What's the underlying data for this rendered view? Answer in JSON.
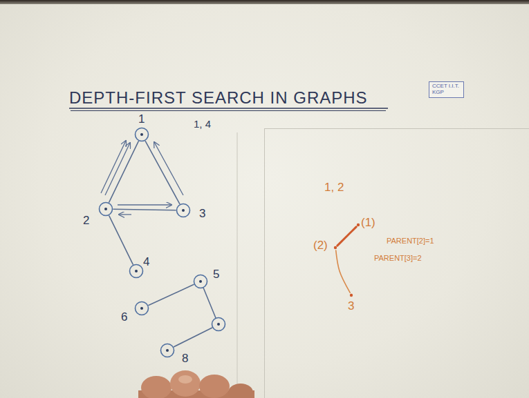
{
  "diagram": {
    "title": "DEPTH-FIRST SEARCH IN GRAPHS",
    "nodes": [
      {
        "text": [
          "CCET I.I.T. KGP"
        ]
      },
      {
        "text": [
          "1"
        ]
      },
      {
        "text": [
          "2"
        ]
      },
      {
        "text": [
          "3"
        ]
      },
      {
        "text": [
          "4"
        ]
      },
      {
        "text": [
          "5"
        ]
      },
      {
        "text": [
          "6"
        ]
      },
      {
        "text": [
          "8"
        ]
      },
      {
        "text": [
          "1, 2",
          "PARENT[2]=1",
          "PARENT[3]=2"
        ]
      },
      {
        "text": [
          "(1)"
        ],
        "in": 8
      },
      {
        "text": [
          "(2)"
        ],
        "in": 8
      },
      {
        "text": [
          "3"
        ],
        "in": 8
      }
    ],
    "edges": [
      {
        "from": 1,
        "to": 2,
        "arrow": "none"
      },
      {
        "from": 1,
        "to": 3,
        "arrow": "none"
      },
      {
        "from": 2,
        "to": 3,
        "arrow": "none"
      },
      {
        "from": 2,
        "to": 4,
        "arrow": "none"
      },
      {
        "from": 5,
        "to": 6,
        "arrow": "none"
      },
      {
        "from": 9,
        "to": 10,
        "arrow": "none"
      },
      {
        "from": 10,
        "to": 11,
        "arrow": "none"
      }
    ],
    "labels": [
      "1, 4"
    ]
  }
}
